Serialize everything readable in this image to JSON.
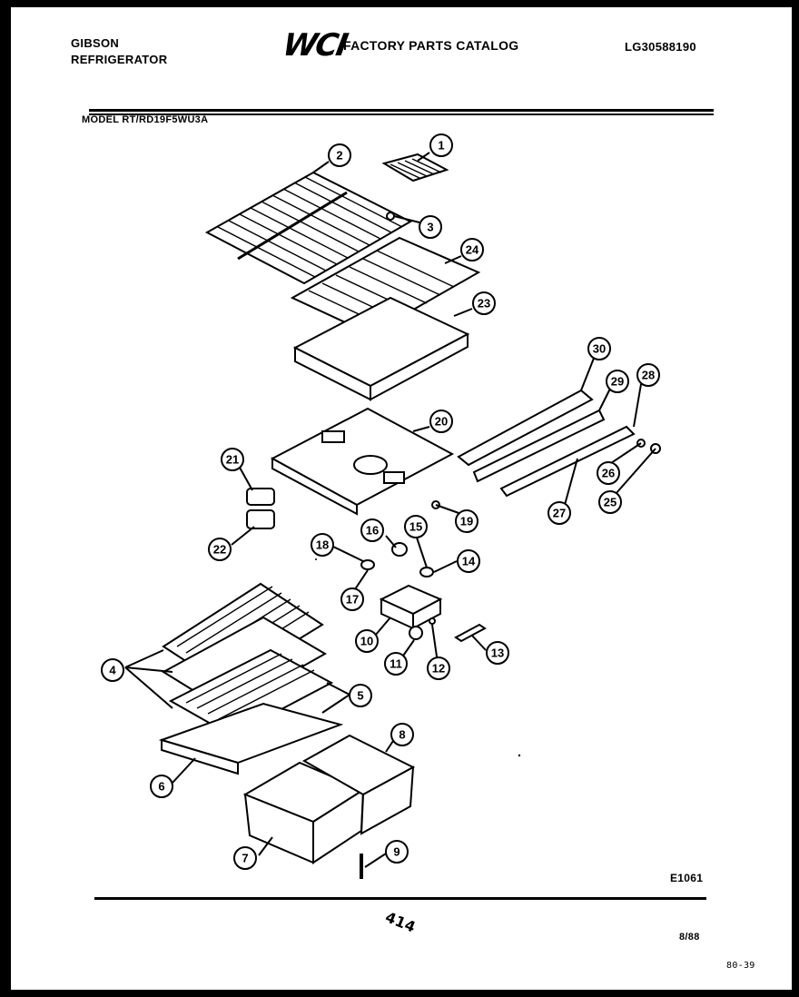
{
  "header": {
    "brand_line1": "GIBSON",
    "brand_line2": "REFRIGERATOR",
    "logo_text": "WCI",
    "catalog_title": "FACTORY PARTS CATALOG",
    "catalog_number": "LG30588190",
    "model": "MODEL RT/RD19F5WU3A"
  },
  "footer": {
    "diagram_code": "E1061",
    "page_number": "414",
    "date_code": "8/88",
    "corner_code": "80-39"
  },
  "callouts": [
    "1",
    "2",
    "3",
    "4",
    "5",
    "6",
    "7",
    "8",
    "9",
    "10",
    "11",
    "12",
    "13",
    "14",
    "15",
    "16",
    "17",
    "18",
    "19",
    "20",
    "21",
    "22",
    "23",
    "24",
    "25",
    "26",
    "27",
    "28",
    "29",
    "30"
  ]
}
